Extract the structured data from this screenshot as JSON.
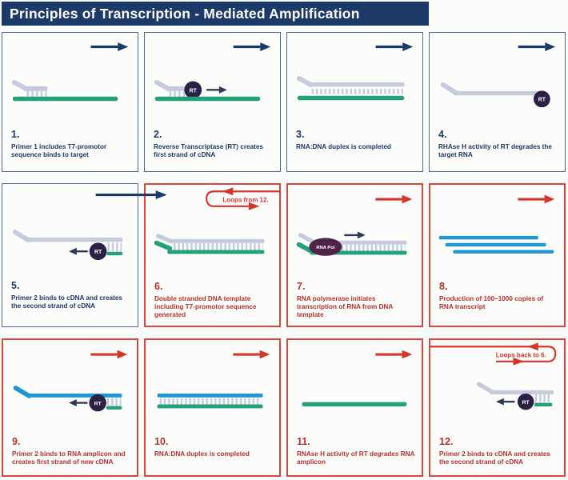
{
  "title": "Principles of Transcription - Mediated Amplification",
  "theme": {
    "navy": "#1c3a67",
    "red": "#d6352b",
    "red_border": "#d8473c",
    "caption_red": "#b23230",
    "green": "#23a17c",
    "blue": "#1f96d4",
    "gray_strand": "#c5cbdd",
    "enzyme_dark": "#2a2145",
    "polymerase": "#4f2347"
  },
  "enzymes": {
    "rt": "RT",
    "rna_pol": "RNA Pol"
  },
  "loops": {
    "from12": "Loops from 12.",
    "backTo6": "Loops back to 6."
  },
  "panels": [
    {
      "number": "1.",
      "caption": "Primer 1 includes T7-promotor sequence binds to target"
    },
    {
      "number": "2.",
      "caption": "Reverse Transcriptase (RT) creates first strand of cDNA"
    },
    {
      "number": "3.",
      "caption": "RNA:DNA duplex is completed"
    },
    {
      "number": "4.",
      "caption": "RHAse H activity of RT degrades the target RNA"
    },
    {
      "number": "5.",
      "caption": "Primer 2 binds to cDNA and creates the second strand of cDNA"
    },
    {
      "number": "6.",
      "caption": "Double stranded DNA template including T7-promotor sequence generated"
    },
    {
      "number": "7.",
      "caption": "RNA polymerase initiates transcription of RNA from DNA template"
    },
    {
      "number": "8.",
      "caption": "Production of 100–1000 copies of RNA transcript"
    },
    {
      "number": "9.",
      "caption": "Primer 2 binds to RNA amplicon and creates first strand of new cDNA"
    },
    {
      "number": "10.",
      "caption": "RNA:DNA duplex is completed"
    },
    {
      "number": "11.",
      "caption": "RNAse H activity of RT degrades RNA amplicon"
    },
    {
      "number": "12.",
      "caption": "Primer 2 binds to cDNA and creates the second strand of cDNA"
    }
  ]
}
